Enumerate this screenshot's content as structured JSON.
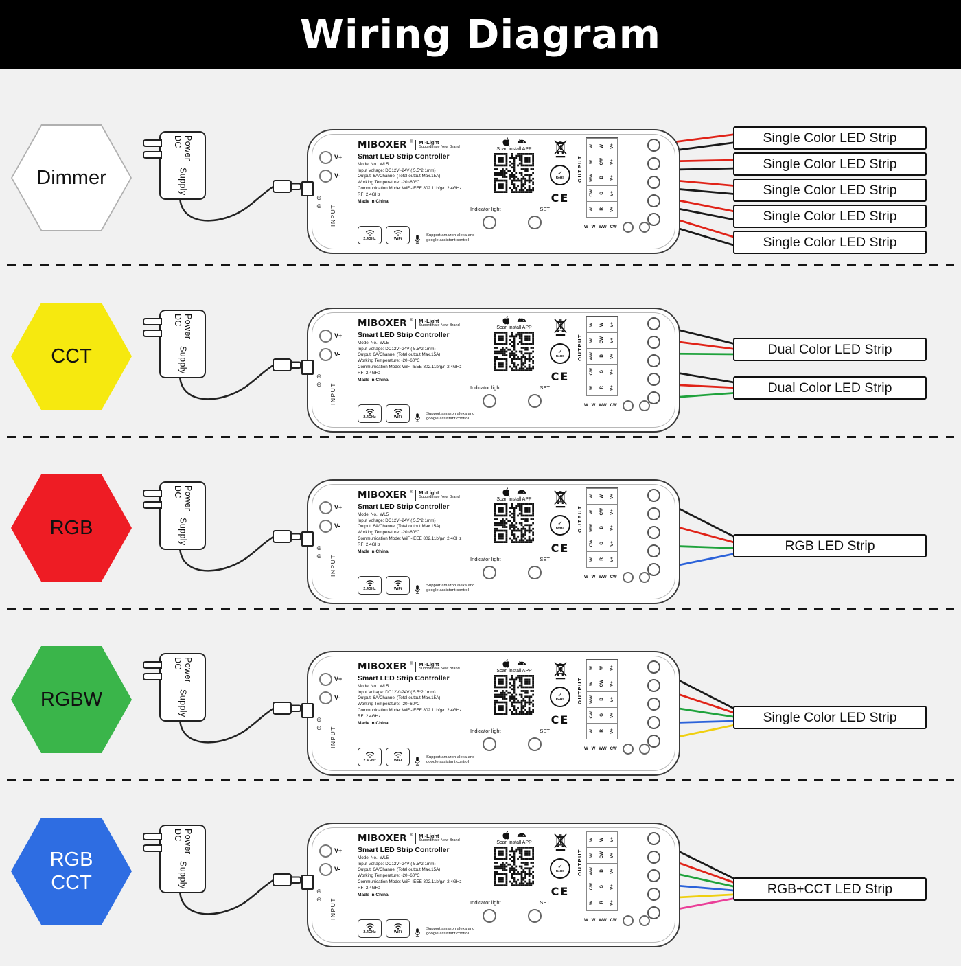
{
  "header": {
    "title": "Wiring Diagram"
  },
  "power_supply": {
    "line1": "DC Power",
    "line2": "Supply"
  },
  "controller": {
    "brand": "MIBOXER",
    "brand_reg": "®",
    "brand_sub1": "Mi-Light",
    "brand_sub2": "Subordinate New Brand",
    "product": "Smart LED Strip Controller",
    "specs": [
      "Model No.: WL5",
      "Input Voltage: DC12V~24V ( 5.5*2.1mm)",
      "Output: 6A/Channel (Total output Max.15A)",
      "Working Temperature: -20~60℃",
      "Communication Mode: WiFi-IEEE 802.11b/g/n 2.4GHz",
      "RF: 2.4GHz"
    ],
    "made_in": "Made in China",
    "scan_text": "Scan install APP",
    "indicator_label": "Indicator light",
    "set_label": "SET",
    "badges": {
      "b1": "2.4GHz",
      "b2": "WiFi"
    },
    "voice_line1": "Support amazon alexa and",
    "voice_line2": "google assistant control",
    "input_labels": {
      "vplus": "V+",
      "vminus": "V-",
      "input": "INPUT",
      "pol_plus": "⊕",
      "pol_minus": "⊖"
    },
    "output": {
      "label": "OUTPUT",
      "grid_col1": [
        "W",
        "W",
        "WW",
        "CW",
        "W"
      ],
      "grid_col2": [
        "W",
        "CW",
        "B",
        "G",
        "R"
      ],
      "grid_col3": [
        "V+",
        "V+",
        "V+",
        "V+",
        "V+"
      ],
      "bottom_row": [
        "W",
        "W",
        "WW",
        "CW"
      ]
    },
    "rohs": "RoHS",
    "ce": "CE"
  },
  "rows": [
    {
      "hex": {
        "lines": [
          "Dimmer"
        ],
        "fill": "#ffffff",
        "text": "#111111",
        "border": "#b0b0b0"
      },
      "strips": [
        {
          "label": "Single Color LED Strip",
          "wires": [
            "#e02318",
            "#1a1a1a"
          ]
        },
        {
          "label": "Single Color LED Strip",
          "wires": [
            "#e02318",
            "#1a1a1a"
          ]
        },
        {
          "label": "Single Color LED Strip",
          "wires": [
            "#e02318",
            "#1a1a1a"
          ]
        },
        {
          "label": "Single Color LED Strip",
          "wires": [
            "#e02318",
            "#1a1a1a"
          ]
        },
        {
          "label": "Single Color LED Strip",
          "wires": [
            "#e02318",
            "#1a1a1a"
          ]
        }
      ]
    },
    {
      "hex": {
        "lines": [
          "CCT"
        ],
        "fill": "#f6e90f",
        "text": "#111111",
        "border": "#f6e90f"
      },
      "strips": [
        {
          "label": "Dual Color LED Strip",
          "wires": [
            "#1a1a1a",
            "#e02318",
            "#1fa23c"
          ]
        },
        {
          "label": "Dual Color LED Strip",
          "wires": [
            "#1a1a1a",
            "#e02318",
            "#1fa23c"
          ]
        }
      ]
    },
    {
      "hex": {
        "lines": [
          "RGB"
        ],
        "fill": "#ee1c24",
        "text": "#111111",
        "border": "#ee1c24"
      },
      "strips": [
        {
          "label": "RGB LED Strip",
          "wires": [
            "#1a1a1a",
            "#e02318",
            "#1fa23c",
            "#2b62d9"
          ]
        }
      ]
    },
    {
      "hex": {
        "lines": [
          "RGBW"
        ],
        "fill": "#3ab54a",
        "text": "#111111",
        "border": "#3ab54a"
      },
      "strips": [
        {
          "label": "Single Color LED Strip",
          "wires": [
            "#1a1a1a",
            "#e02318",
            "#1fa23c",
            "#2b62d9",
            "#efcf10"
          ]
        }
      ]
    },
    {
      "hex": {
        "lines": [
          "RGB",
          "CCT"
        ],
        "fill": "#2e6de2",
        "text": "#ffffff",
        "border": "#2e6de2"
      },
      "strips": [
        {
          "label": "RGB+CCT LED Strip",
          "wires": [
            "#1a1a1a",
            "#e02318",
            "#1fa23c",
            "#2b62d9",
            "#efcf10",
            "#ea3f98"
          ]
        }
      ]
    }
  ]
}
